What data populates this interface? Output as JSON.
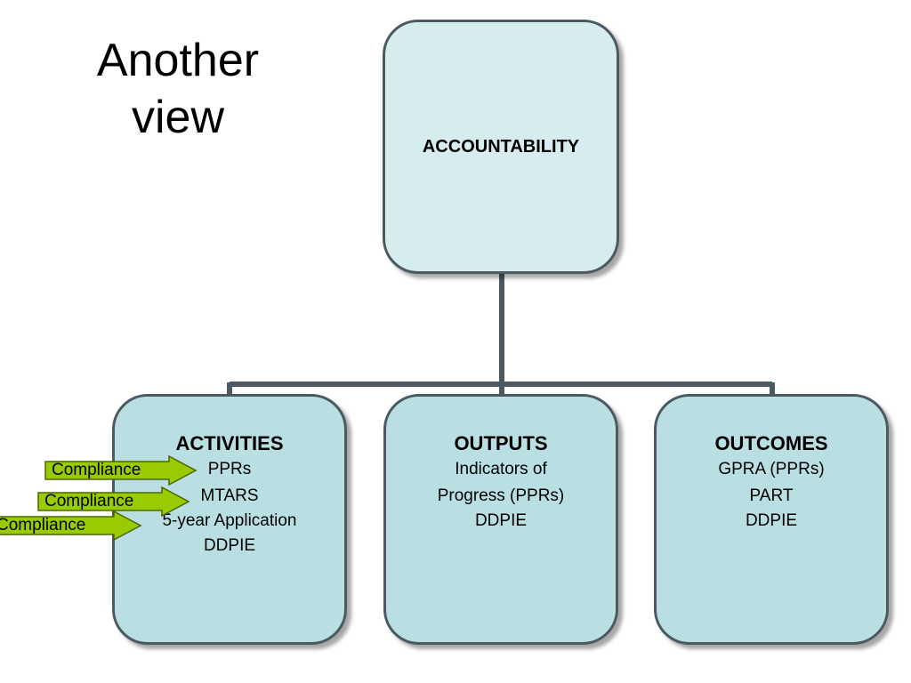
{
  "slide": {
    "title_lines": [
      "Another",
      "view"
    ]
  },
  "diagram": {
    "root": {
      "label": "ACCOUNTABILITY"
    },
    "children": [
      {
        "id": "activities",
        "heading": "ACTIVITIES",
        "lines": [
          "PPRs",
          "MTARS",
          "5-year Application",
          "DDPIE"
        ]
      },
      {
        "id": "outputs",
        "heading": "OUTPUTS",
        "lines": [
          "Indicators of",
          "Progress (PPRs)",
          "DDPIE"
        ]
      },
      {
        "id": "outcomes",
        "heading": "OUTCOMES",
        "lines": [
          "GPRA (PPRs)",
          "PART",
          "DDPIE"
        ]
      }
    ],
    "colors": {
      "root_fill": "#d7ecef",
      "child_fill": "#b9dfe3",
      "border": "#4a5a60",
      "connector": "#4a5a60",
      "arrow_fill": "#99cc00",
      "arrow_border": "#4d6600"
    }
  },
  "callouts": [
    {
      "label": "Compliance",
      "points_to": "PPRs"
    },
    {
      "label": "Compliance",
      "points_to": "MTARS"
    },
    {
      "label": "Compliance",
      "points_to": "5-year Application"
    }
  ]
}
